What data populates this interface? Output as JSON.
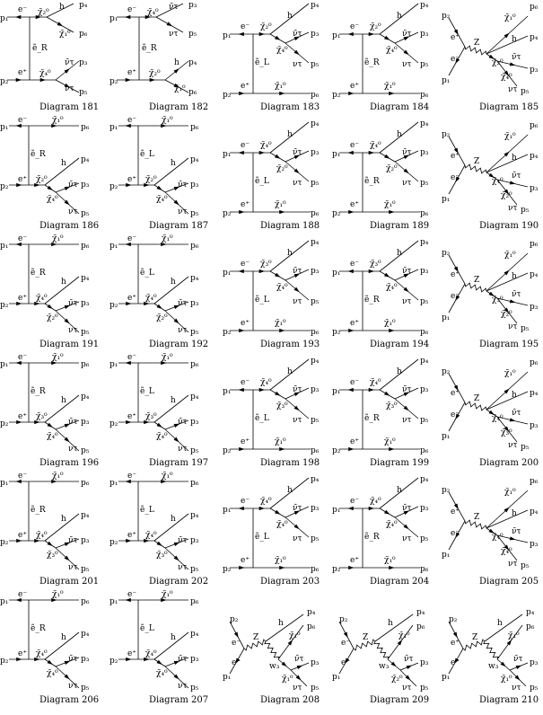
{
  "diagrams": [
    {
      "caption": "Diagram 181",
      "kind": "T",
      "top": "χ̃₂⁰",
      "bot": "χ̃₄⁰",
      "prop": "ẽ_R",
      "e1": "e⁻",
      "e2": "e⁺",
      "lt": "p₁",
      "lb": "p₂",
      "t1": "h",
      "t2": "χ̃₁⁰",
      "b1": "ν̄τ",
      "b2": "ντ",
      "o1": "p₄",
      "o2": "p₆",
      "o3": "p₃",
      "o4": "p₅"
    },
    {
      "caption": "Diagram 182",
      "kind": "T",
      "top": "χ̃₄⁰",
      "bot": "χ̃₂⁰",
      "prop": "ẽ_R",
      "e1": "e⁻",
      "e2": "e⁺",
      "lt": "p₁",
      "lb": "p₂",
      "t1": "ν̄τ",
      "t2": "ντ",
      "b1": "h",
      "b2": "χ̃₁⁰",
      "o1": "p₃",
      "o2": "p₅",
      "o3": "p₄",
      "o4": "p₆"
    },
    {
      "caption": "Diagram 183",
      "kind": "C",
      "top": "χ̃₂⁰",
      "mid": "χ̃₄⁰",
      "bot": "χ̃₁⁰",
      "prop": "ẽ_L",
      "e1": "e⁻",
      "e2": "e⁺",
      "lt": "p₁",
      "lb": "p₂",
      "t1": "h",
      "b1": "ν̄τ",
      "b2": "ντ",
      "o1": "p₄",
      "o3": "p₃",
      "o4": "p₅",
      "o2": "p₆"
    },
    {
      "caption": "Diagram 184",
      "kind": "C",
      "top": "χ̃₂⁰",
      "mid": "χ̃₄⁰",
      "bot": "χ̃₁⁰",
      "prop": "ẽ_R",
      "e1": "e⁻",
      "e2": "e⁺",
      "lt": "p₁",
      "lb": "p₂",
      "t1": "h",
      "b1": "ν̄τ",
      "b2": "ντ",
      "o1": "p₄",
      "o3": "p₃",
      "o4": "p₅",
      "o2": "p₆"
    },
    {
      "caption": "Diagram 185",
      "kind": "S",
      "top": "χ̃₁⁰",
      "mid": "χ̃₂⁰",
      "sub": "χ̃₄⁰",
      "boson": "Z",
      "e1": "e⁺",
      "e2": "e⁻",
      "lt": "p₂",
      "lb": "p₁",
      "t1": "h",
      "b1": "ν̄τ",
      "b2": "ντ",
      "o1": "p₆",
      "o2": "p₄",
      "o3": "p₃",
      "o4": "p₅"
    },
    {
      "caption": "Diagram 186",
      "kind": "U",
      "top": "χ̃₁⁰",
      "mid": "χ̃₂⁰",
      "sub": "χ̃₄⁰",
      "prop": "ẽ_R",
      "e1": "e⁻",
      "e2": "e⁺",
      "lt": "p₁",
      "lb": "p₂",
      "t1": "h",
      "b1": "ν̄τ",
      "b2": "ντ",
      "o1": "p₆",
      "o2": "p₄",
      "o3": "p₃",
      "o4": "p₅"
    },
    {
      "caption": "Diagram 187",
      "kind": "U",
      "top": "χ̃₁⁰",
      "mid": "χ̃₂⁰",
      "sub": "χ̃₄⁰",
      "prop": "ẽ_L",
      "e1": "e⁻",
      "e2": "e⁺",
      "lt": "p₁",
      "lb": "p₂",
      "t1": "h",
      "b1": "ν̄τ",
      "b2": "ντ",
      "o1": "p₆",
      "o2": "p₄",
      "o3": "p₃",
      "o4": "p₅"
    },
    {
      "caption": "Diagram 188",
      "kind": "C",
      "top": "χ̃₄⁰",
      "mid": "χ̃₂⁰",
      "bot": "χ̃₁⁰",
      "prop": "ẽ_L",
      "e1": "e⁻",
      "e2": "e⁺",
      "lt": "p₁",
      "lb": "p₂",
      "t1": "h",
      "b1": "ν̄τ",
      "b2": "ντ",
      "o1": "p₄",
      "o3": "p₃",
      "o4": "p₅",
      "o2": "p₆"
    },
    {
      "caption": "Diagram 189",
      "kind": "C",
      "top": "χ̃₄⁰",
      "mid": "χ̃₂⁰",
      "bot": "χ̃₁⁰",
      "prop": "ẽ_R",
      "e1": "e⁻",
      "e2": "e⁺",
      "lt": "p₁",
      "lb": "p₂",
      "t1": "h",
      "b1": "ν̄τ",
      "b2": "ντ",
      "o1": "p₄",
      "o3": "p₃",
      "o4": "p₅",
      "o2": "p₆"
    },
    {
      "caption": "Diagram 190",
      "kind": "S",
      "top": "χ̃₁⁰",
      "mid": "χ̃₄⁰",
      "sub": "χ̃₂⁰",
      "boson": "Z",
      "e1": "e⁺",
      "e2": "e⁻",
      "lt": "p₂",
      "lb": "p₁",
      "t1": "h",
      "b1": "ν̄τ",
      "b2": "ντ",
      "o1": "p₆",
      "o2": "p₄",
      "o3": "p₃",
      "o4": "p₅"
    },
    {
      "caption": "Diagram 191",
      "kind": "U",
      "top": "χ̃₁⁰",
      "mid": "χ̃₄⁰",
      "sub": "χ̃₂⁰",
      "prop": "ẽ_R",
      "e1": "e⁻",
      "e2": "e⁺",
      "lt": "p₁",
      "lb": "p₂",
      "t1": "h",
      "b1": "ν̄τ",
      "b2": "ντ",
      "o1": "p₆",
      "o2": "p₄",
      "o3": "p₃",
      "o4": "p₅"
    },
    {
      "caption": "Diagram 192",
      "kind": "U",
      "top": "χ̃₁⁰",
      "mid": "χ̃₄⁰",
      "sub": "χ̃₂⁰",
      "prop": "ẽ_L",
      "e1": "e⁻",
      "e2": "e⁺",
      "lt": "p₁",
      "lb": "p₂",
      "t1": "h",
      "b1": "ν̄τ",
      "b2": "ντ",
      "o1": "p₆",
      "o2": "p₄",
      "o3": "p₃",
      "o4": "p₅"
    },
    {
      "caption": "Diagram 193",
      "kind": "C",
      "top": "χ̃₃⁰",
      "mid": "χ̃₄⁰",
      "bot": "χ̃₁⁰",
      "prop": "ẽ_L",
      "e1": "e⁻",
      "e2": "e⁺",
      "lt": "p₁",
      "lb": "p₂",
      "t1": "h",
      "b1": "ν̄τ",
      "b2": "ντ",
      "o1": "p₄",
      "o3": "p₃",
      "o4": "p₅",
      "o2": "p₆"
    },
    {
      "caption": "Diagram 194",
      "kind": "C",
      "top": "χ̃₃⁰",
      "mid": "χ̃₄⁰",
      "bot": "χ̃₁⁰",
      "prop": "ẽ_R",
      "e1": "e⁻",
      "e2": "e⁺",
      "lt": "p₁",
      "lb": "p₂",
      "t1": "h",
      "b1": "ν̄τ",
      "b2": "ντ",
      "o1": "p₄",
      "o3": "p₃",
      "o4": "p₅",
      "o2": "p₆"
    },
    {
      "caption": "Diagram 195",
      "kind": "S",
      "top": "χ̃₁⁰",
      "mid": "χ̃₃⁰",
      "sub": "χ̃₂⁰",
      "boson": "Z",
      "e1": "e⁺",
      "e2": "e⁻",
      "lt": "p₂",
      "lb": "p₁",
      "t1": "h",
      "b1": "ν̄τ",
      "b2": "ντ",
      "o1": "p₆",
      "o2": "p₄",
      "o3": "p₃",
      "o4": "p₅"
    },
    {
      "caption": "Diagram 196",
      "kind": "U",
      "top": "χ̃₁⁰",
      "mid": "χ̃₃⁰",
      "sub": "χ̃₄⁰",
      "prop": "ẽ_R",
      "e1": "e⁻",
      "e2": "e⁺",
      "lt": "p₁",
      "lb": "p₂",
      "t1": "h",
      "b1": "ν̄τ",
      "b2": "ντ",
      "o1": "p₆",
      "o2": "p₄",
      "o3": "p₃",
      "o4": "p₅"
    },
    {
      "caption": "Diagram 197",
      "kind": "U",
      "top": "χ̃₁⁰",
      "mid": "χ̃₃⁰",
      "sub": "χ̃₄⁰",
      "prop": "ẽ_L",
      "e1": "e⁻",
      "e2": "e⁺",
      "lt": "p₁",
      "lb": "p₂",
      "t1": "h",
      "b1": "ν̄τ",
      "b2": "ντ",
      "o1": "p₆",
      "o2": "p₄",
      "o3": "p₃",
      "o4": "p₅"
    },
    {
      "caption": "Diagram 198",
      "kind": "C",
      "top": "χ̃₄⁰",
      "mid": "χ̃₃⁰",
      "bot": "χ̃₁⁰",
      "prop": "ẽ_L",
      "e1": "e⁻",
      "e2": "e⁺",
      "lt": "p₁",
      "lb": "p₂",
      "t1": "h",
      "b1": "ν̄τ",
      "b2": "ντ",
      "o1": "p₄",
      "o3": "p₃",
      "o4": "p₅",
      "o2": "p₆"
    },
    {
      "caption": "Diagram 199",
      "kind": "C",
      "top": "χ̃₄⁰",
      "mid": "χ̃₃⁰",
      "bot": "χ̃₁⁰",
      "prop": "ẽ_R",
      "e1": "e⁻",
      "e2": "e⁺",
      "lt": "p₁",
      "lb": "p₂",
      "t1": "h",
      "b1": "ν̄τ",
      "b2": "ντ",
      "o1": "p₄",
      "o3": "p₃",
      "o4": "p₅",
      "o2": "p₆"
    },
    {
      "caption": "Diagram 200",
      "kind": "S",
      "top": "χ̃₁⁰",
      "mid": "χ̃₄⁰",
      "sub": "χ̃₃⁰",
      "boson": "Z",
      "e1": "e⁺",
      "e2": "e⁻",
      "lt": "p₂",
      "lb": "p₁",
      "t1": "h",
      "b1": "ν̄τ",
      "b2": "ντ",
      "o1": "p₆",
      "o2": "p₄",
      "o3": "p₃",
      "o4": "p₅"
    },
    {
      "caption": "Diagram 201",
      "kind": "U",
      "top": "χ̃₁⁰",
      "mid": "χ̃₄⁰",
      "sub": "χ̃₃⁰",
      "prop": "ẽ_R",
      "e1": "e⁻",
      "e2": "e⁺",
      "lt": "p₁",
      "lb": "p₂",
      "t1": "h",
      "b1": "ν̄τ",
      "b2": "ντ",
      "o1": "p₆",
      "o2": "p₄",
      "o3": "p₃",
      "o4": "p₅"
    },
    {
      "caption": "Diagram 202",
      "kind": "U",
      "top": "χ̃₁⁰",
      "mid": "χ̃₄⁰",
      "sub": "χ̃₃⁰",
      "prop": "ẽ_L",
      "e1": "e⁻",
      "e2": "e⁺",
      "lt": "p₁",
      "lb": "p₂",
      "t1": "h",
      "b1": "ν̄τ",
      "b2": "ντ",
      "o1": "p₆",
      "o2": "p₄",
      "o3": "p₃",
      "o4": "p₅"
    },
    {
      "caption": "Diagram 203",
      "kind": "C",
      "top": "χ̃₄⁰",
      "mid": "χ̃₄⁰",
      "bot": "χ̃₁⁰",
      "prop": "ẽ_L",
      "e1": "e⁻",
      "e2": "e⁺",
      "lt": "p₁",
      "lb": "p₂",
      "t1": "h",
      "b1": "ν̄τ",
      "b2": "ντ",
      "o1": "p₄",
      "o3": "p₃",
      "o4": "p₅",
      "o2": "p₆"
    },
    {
      "caption": "Diagram 204",
      "kind": "C",
      "top": "χ̃₄⁰",
      "mid": "χ̃₄⁰",
      "bot": "χ̃₁⁰",
      "prop": "ẽ_R",
      "e1": "e⁻",
      "e2": "e⁺",
      "lt": "p₁",
      "lb": "p₂",
      "t1": "h",
      "b1": "ν̄τ",
      "b2": "ντ",
      "o1": "p₄",
      "o3": "p₃",
      "o4": "p₅",
      "o2": "p₆"
    },
    {
      "caption": "Diagram 205",
      "kind": "S",
      "top": "χ̃₁⁰",
      "mid": "χ̃₄⁰",
      "sub": "χ̃₄⁰",
      "boson": "Z",
      "e1": "e⁺",
      "e2": "e⁻",
      "lt": "p₂",
      "lb": "p₁",
      "t1": "h",
      "b1": "ν̄τ",
      "b2": "ντ",
      "o1": "p₆",
      "o2": "p₄",
      "o3": "p₃",
      "o4": "p₅"
    },
    {
      "caption": "Diagram 206",
      "kind": "U",
      "top": "χ̃₁⁰",
      "mid": "χ̃₄⁰",
      "sub": "χ̃₄⁰",
      "prop": "ẽ_R",
      "e1": "e⁻",
      "e2": "e⁺",
      "lt": "p₁",
      "lb": "p₂",
      "t1": "h",
      "b1": "ν̄τ",
      "b2": "ντ",
      "o1": "p₆",
      "o2": "p₄",
      "o3": "p₃",
      "o4": "p₅"
    },
    {
      "caption": "Diagram 207",
      "kind": "U",
      "top": "χ̃₁⁰",
      "mid": "χ̃₄⁰",
      "sub": "χ̃₄⁰",
      "prop": "ẽ_L",
      "e1": "e⁻",
      "e2": "e⁺",
      "lt": "p₁",
      "lb": "p₂",
      "t1": "h",
      "b1": "ν̄τ",
      "b2": "ντ",
      "o1": "p₆",
      "o2": "p₄",
      "o3": "p₃",
      "o4": "p₅"
    },
    {
      "caption": "Diagram 208",
      "kind": "W",
      "top": "χ̃₁⁰",
      "sub": "χ̃₁⁰",
      "boson": "Z",
      "wb": "w₃",
      "e1": "e⁻",
      "e2": "e⁻",
      "lt": "p₂",
      "lb": "p₁",
      "t1": "h",
      "b1": "ν̄τ",
      "b2": "ντ",
      "o1": "p₆",
      "o2": "p₄",
      "o3": "p₃",
      "o4": "p₅"
    },
    {
      "caption": "Diagram 209",
      "kind": "W",
      "top": "χ̃₁⁰",
      "sub": "χ̃₂⁰",
      "boson": "Z",
      "wb": "w₃",
      "e1": "e⁻",
      "e2": "e⁻",
      "lt": "p₂",
      "lb": "p₁",
      "t1": "h",
      "b1": "ν̄τ",
      "b2": "ντ",
      "o1": "p₆",
      "o2": "p₄",
      "o3": "p₃",
      "o4": "p₅"
    },
    {
      "caption": "Diagram 210",
      "kind": "W",
      "top": "χ̃₁⁰",
      "sub": "χ̃₁⁰",
      "boson": "Z",
      "wb": "w₃",
      "e1": "e⁺",
      "e2": "e⁻",
      "lt": "p₂",
      "lb": "p₁",
      "t1": "h",
      "b1": "ν̄τ",
      "b2": "ντ",
      "o1": "p₆",
      "o2": "p₄",
      "o3": "p₃",
      "o4": "p₅"
    }
  ]
}
